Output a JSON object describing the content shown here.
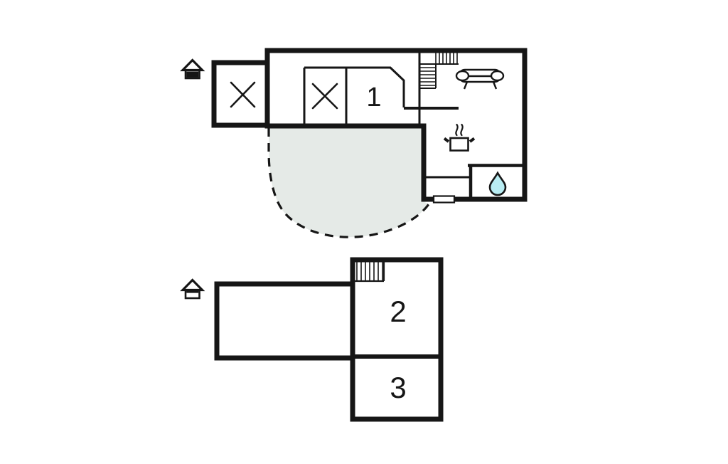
{
  "colors": {
    "background": "#ffffff",
    "wall": "#161616",
    "terrace_fill": "#e5eae7",
    "water_drop_fill": "#b9edf3",
    "window_fill": "#ffffff"
  },
  "floor1": {
    "name": "ground-floor-plan",
    "level_indicator": "lower-level-highlighted",
    "rooms": [
      {
        "label": "1"
      }
    ],
    "icons": [
      "house-level-icon",
      "cross-marker",
      "cross-marker",
      "staircase-icon",
      "sofa-icon",
      "cooking-pot-icon",
      "steam-icon",
      "water-drop-icon",
      "window-marker",
      "terrace-dashed-outline"
    ]
  },
  "floor2": {
    "name": "upper-floor-plan",
    "level_indicator": "upper-level-highlighted",
    "rooms": [
      {
        "label": "2"
      },
      {
        "label": "3"
      }
    ],
    "icons": [
      "house-level-icon",
      "staircase-icon"
    ]
  }
}
